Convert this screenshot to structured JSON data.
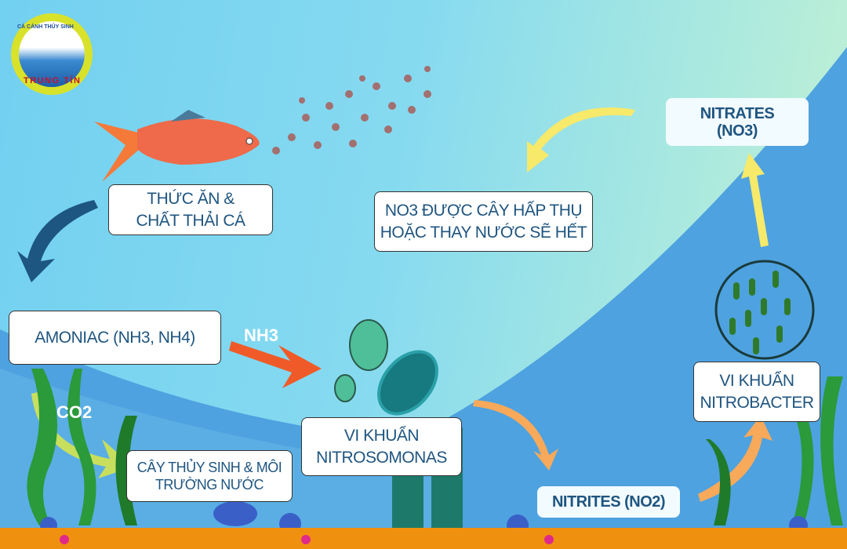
{
  "logo": {
    "top_text": "CÁ CẢNH THỦY SINH",
    "bottom_text": "TRUNG TÍN"
  },
  "boxes": {
    "food": [
      "THỨC ĂN &",
      "CHẤT THẢI CÁ"
    ],
    "no3_absorbed": [
      "NO3 ĐƯỢC CÂY HẤP THỤ",
      "HOẶC THAY NƯỚC SẼ HẾT"
    ],
    "nitrates": [
      "NITRATES",
      "(NO3)"
    ],
    "ammonia": "AMONIAC (NH3, NH4)",
    "nitrosomonas": [
      "VI KHUẨN",
      "NITROSOMONAS"
    ],
    "plants": [
      "CÂY THỦY SINH & MÔI",
      "TRƯỜNG NƯỚC"
    ],
    "nitrobacter": [
      "VI KHUẨN",
      "NITROBACTER"
    ],
    "nitrites": "NITRITES (NO2)"
  },
  "labels": {
    "nh3": "NH3",
    "co2": "CO2"
  },
  "colors": {
    "text": "#1f5580",
    "ground": "#f0900f",
    "arrow_orange": "#f05a28",
    "arrow_yellow": "#f7e96a",
    "arrow_dark": "#1d5680",
    "arrow_lightgreen": "#c8df5e",
    "arrow_peach": "#f8a95a"
  }
}
